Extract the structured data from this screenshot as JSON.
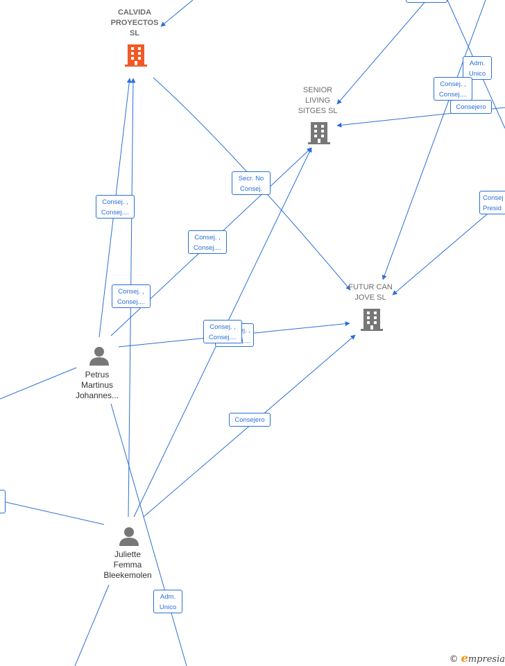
{
  "colors": {
    "edge": "#2a6fd6",
    "company_highlight": "#f05a28",
    "company": "#777777",
    "person": "#777777"
  },
  "nodes": {
    "calvida": {
      "label": "CALVIDA\nPROYECTOS\nSL",
      "icon": "building-icon"
    },
    "senior": {
      "label": "SENIOR\nLIVING\nSITGES SL",
      "icon": "building-icon"
    },
    "futur": {
      "label": "FUTUR CAN\nJOVE SL",
      "icon": "building-icon"
    },
    "petrus": {
      "label": "Petrus\nMartinus\nJohannes...",
      "icon": "person-icon"
    },
    "juliette": {
      "label": "Juliette\nFemma\nBleekemolen",
      "icon": "person-icon"
    }
  },
  "edge_labels": {
    "adm_unico_top": "Adm.\nUnico",
    "consej_top_right": "Consej. ,\nConsej....",
    "consejero_top_right": "Consejero",
    "consej_presid": "Consej\nPresid",
    "secr_no_consej": "Secr. No\nConsej.",
    "consej_left_upper": "Consej. ,\nConsej....",
    "consej_mid": "Consej. ,\nConsej....",
    "consej_left_lower": "Consej. ,\nConsej....",
    "consej_center_back": "Consej. ,\nConsej....",
    "consej_center": "Consej. ,\nConsej....",
    "consejero_bottom": "Consejero",
    "adm_unico_bottom": "Adm.\nUnico"
  },
  "brand": {
    "copyright": "©",
    "initial": "e",
    "name": "mpresia"
  }
}
